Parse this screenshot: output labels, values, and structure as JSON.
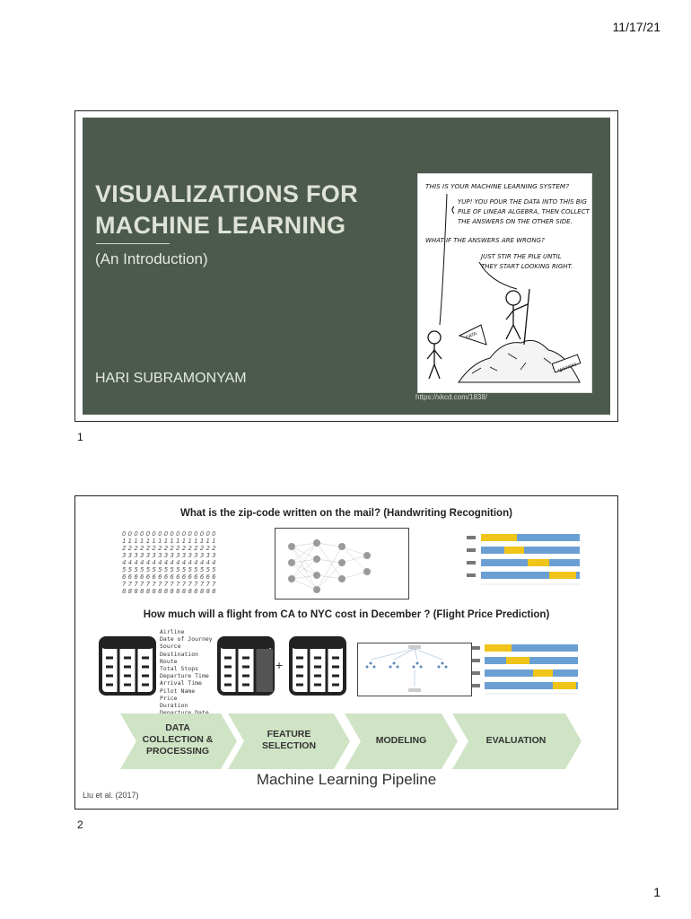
{
  "header": {
    "date": "11/17/21"
  },
  "slide1": {
    "number": "1",
    "title_line1": "VISUALIZATIONS FOR",
    "title_line2": "MACHINE LEARNING",
    "subtitle": "(An Introduction)",
    "author": "HARI SUBRAMONYAM",
    "comic": {
      "line1": "THIS IS YOUR MACHINE LEARNING SYSTEM?",
      "line2": "YUP! YOU POUR THE DATA INTO THIS BIG",
      "line3": "PILE OF LINEAR ALGEBRA, THEN COLLECT",
      "line4": "THE ANSWERS ON THE OTHER SIDE.",
      "line5": "WHAT IF THE ANSWERS ARE WRONG?",
      "line6": "JUST STIR THE PILE UNTIL",
      "line7": "THEY START LOOKING RIGHT.",
      "sign_data": "DATA",
      "sign_answers": "ANSWERS"
    },
    "comic_credit": "https://xkcd.com/1838/"
  },
  "slide2": {
    "number": "2",
    "question1": "What is the zip-code written on the mail? (Handwriting Recognition)",
    "question2": "How much will a flight from CA to NYC cost in December ? (Flight Price Prediction)",
    "features": [
      "Airline",
      "Date of Journey",
      "Source",
      "Destination",
      "Route",
      "Total Stops",
      "Departure Time",
      "Arrival Time",
      "Pilot Name",
      "Price",
      "Duration",
      "Departure Date"
    ],
    "stages": {
      "s1_l1": "DATA",
      "s1_l2": "COLLECTION &",
      "s1_l3": "PROCESSING",
      "s2_l1": "FEATURE",
      "s2_l2": "SELECTION",
      "s3": "MODELING",
      "s4": "EVALUATION"
    },
    "pipeline_title": "Machine Learning Pipeline",
    "citation": "Liu et al. (2017)"
  },
  "footer": {
    "page": "1"
  },
  "colors": {
    "slide1_bg": "#4b5a4d",
    "chevron": "#cfe3c5",
    "bar_blue": "#6a9fd4",
    "bar_yellow": "#f0c419"
  }
}
